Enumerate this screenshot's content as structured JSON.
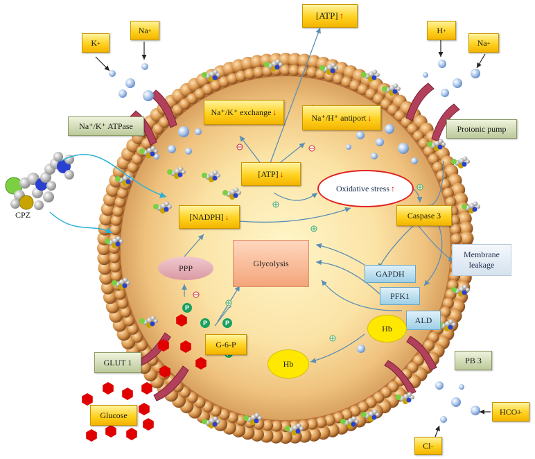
{
  "labels": {
    "atp_top": "[ATP]",
    "k_ion": "K",
    "na_left": "Na",
    "h_ion": "H",
    "na_right": "Na",
    "na_k_atpase": "Na⁺/K⁺ ATPase",
    "na_k_exchange": "Na⁺/K⁺ exchange",
    "na_h_antiport": "Na⁺/H⁺ antiport",
    "protonic_pump": "Protonic pump",
    "atp_center": "[ATP]",
    "oxidative_stress": "Oxidative stress",
    "nadph": "[NADPH]",
    "caspase3": "Caspase 3",
    "membrane_leakage_1": "Membrane",
    "membrane_leakage_2": "leakage",
    "cpz": "CPZ",
    "ppp": "PPP",
    "glycolysis": "Glycolysis",
    "gapdh": "GAPDH",
    "pfk1": "PFK1",
    "ald": "ALD",
    "hb_right": "Hb",
    "hb_left": "Hb",
    "g6p": "G-6-P",
    "glut1": "GLUT 1",
    "pb3": "PB 3",
    "glucose": "Glucose",
    "hco3": "HCO",
    "cl": "Cl",
    "phosphate": "P",
    "plus": "⊕"
  },
  "arrows": {
    "up": "↑",
    "down": "↓"
  },
  "superscripts": {
    "plus": "+",
    "minus": "−",
    "minus_ascii": "-",
    "three": "3"
  },
  "colors": {
    "gold_box": "#ffd21f",
    "green_box": "#bcc99a",
    "blue_box": "#9fcfe6",
    "membrane": "#c8763e",
    "channel": "#b2405a",
    "arrow_blue": "#5a8fb5",
    "stimulate_green": "#3aa050",
    "inhibit_red": "#d02020",
    "glucose_red": "#e00000",
    "hb_yellow": "#ffe800"
  }
}
